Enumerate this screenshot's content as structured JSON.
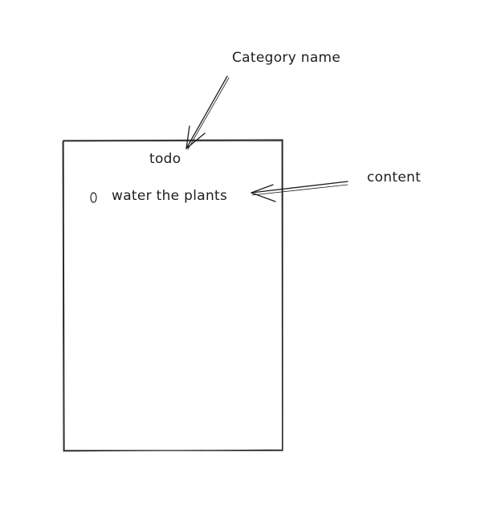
{
  "annotations": {
    "category_label": "Category name",
    "content_label": "content"
  },
  "card": {
    "category": "todo",
    "items": [
      {
        "text": "water the plants",
        "checked": false
      }
    ]
  },
  "colors": {
    "stroke": "#1e1e1e",
    "background": "#ffffff"
  },
  "icons": {
    "checkbox": "circle-outline-icon"
  }
}
